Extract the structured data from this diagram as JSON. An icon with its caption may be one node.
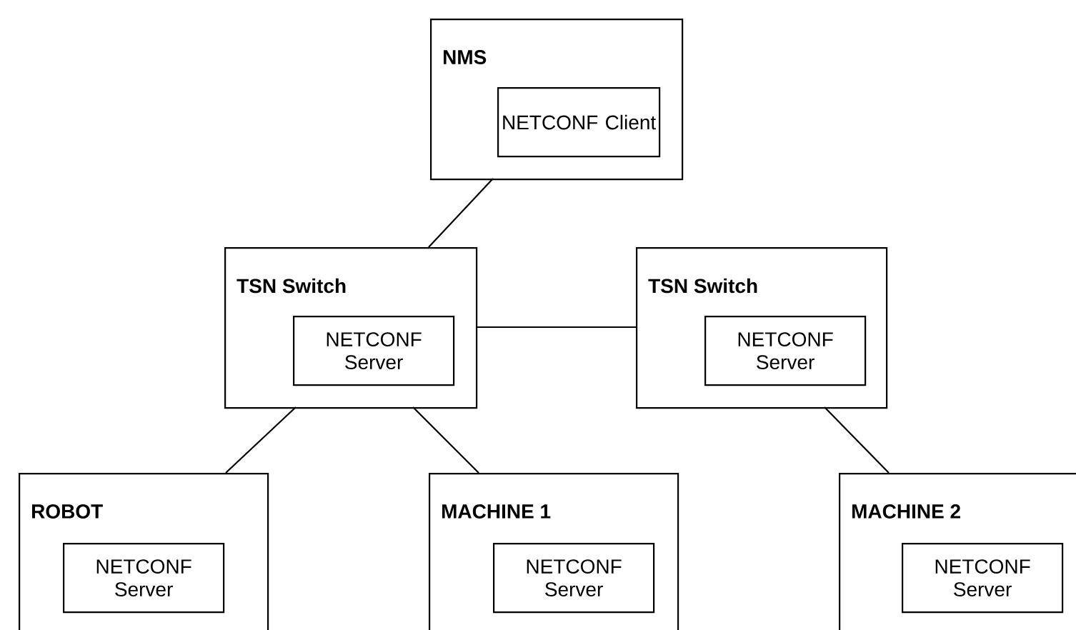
{
  "diagram": {
    "nodes": [
      {
        "text": [
          "NMS"
        ]
      },
      {
        "text": [
          "NETCONF Client"
        ],
        "in": 0
      },
      {
        "text": [
          "TSN Switch"
        ]
      },
      {
        "text": [
          "NETCONF Server"
        ],
        "in": 2
      },
      {
        "text": [
          "TSN Switch"
        ]
      },
      {
        "text": [
          "NETCONF Server"
        ],
        "in": 4
      },
      {
        "text": [
          "ROBOT"
        ]
      },
      {
        "text": [
          "NETCONF Server"
        ],
        "in": 6
      },
      {
        "text": [
          "MACHINE 1"
        ]
      },
      {
        "text": [
          "NETCONF Server"
        ],
        "in": 8
      },
      {
        "text": [
          "MACHINE 2"
        ]
      },
      {
        "text": [
          "NETCONF Server"
        ],
        "in": 10
      }
    ],
    "edges": [
      {
        "from": 0,
        "to": 2,
        "arrow": "none"
      },
      {
        "from": 2,
        "to": 4,
        "arrow": "none"
      },
      {
        "from": 2,
        "to": 6,
        "arrow": "none"
      },
      {
        "from": 2,
        "to": 8,
        "arrow": "none"
      },
      {
        "from": 4,
        "to": 10,
        "arrow": "none"
      }
    ]
  }
}
